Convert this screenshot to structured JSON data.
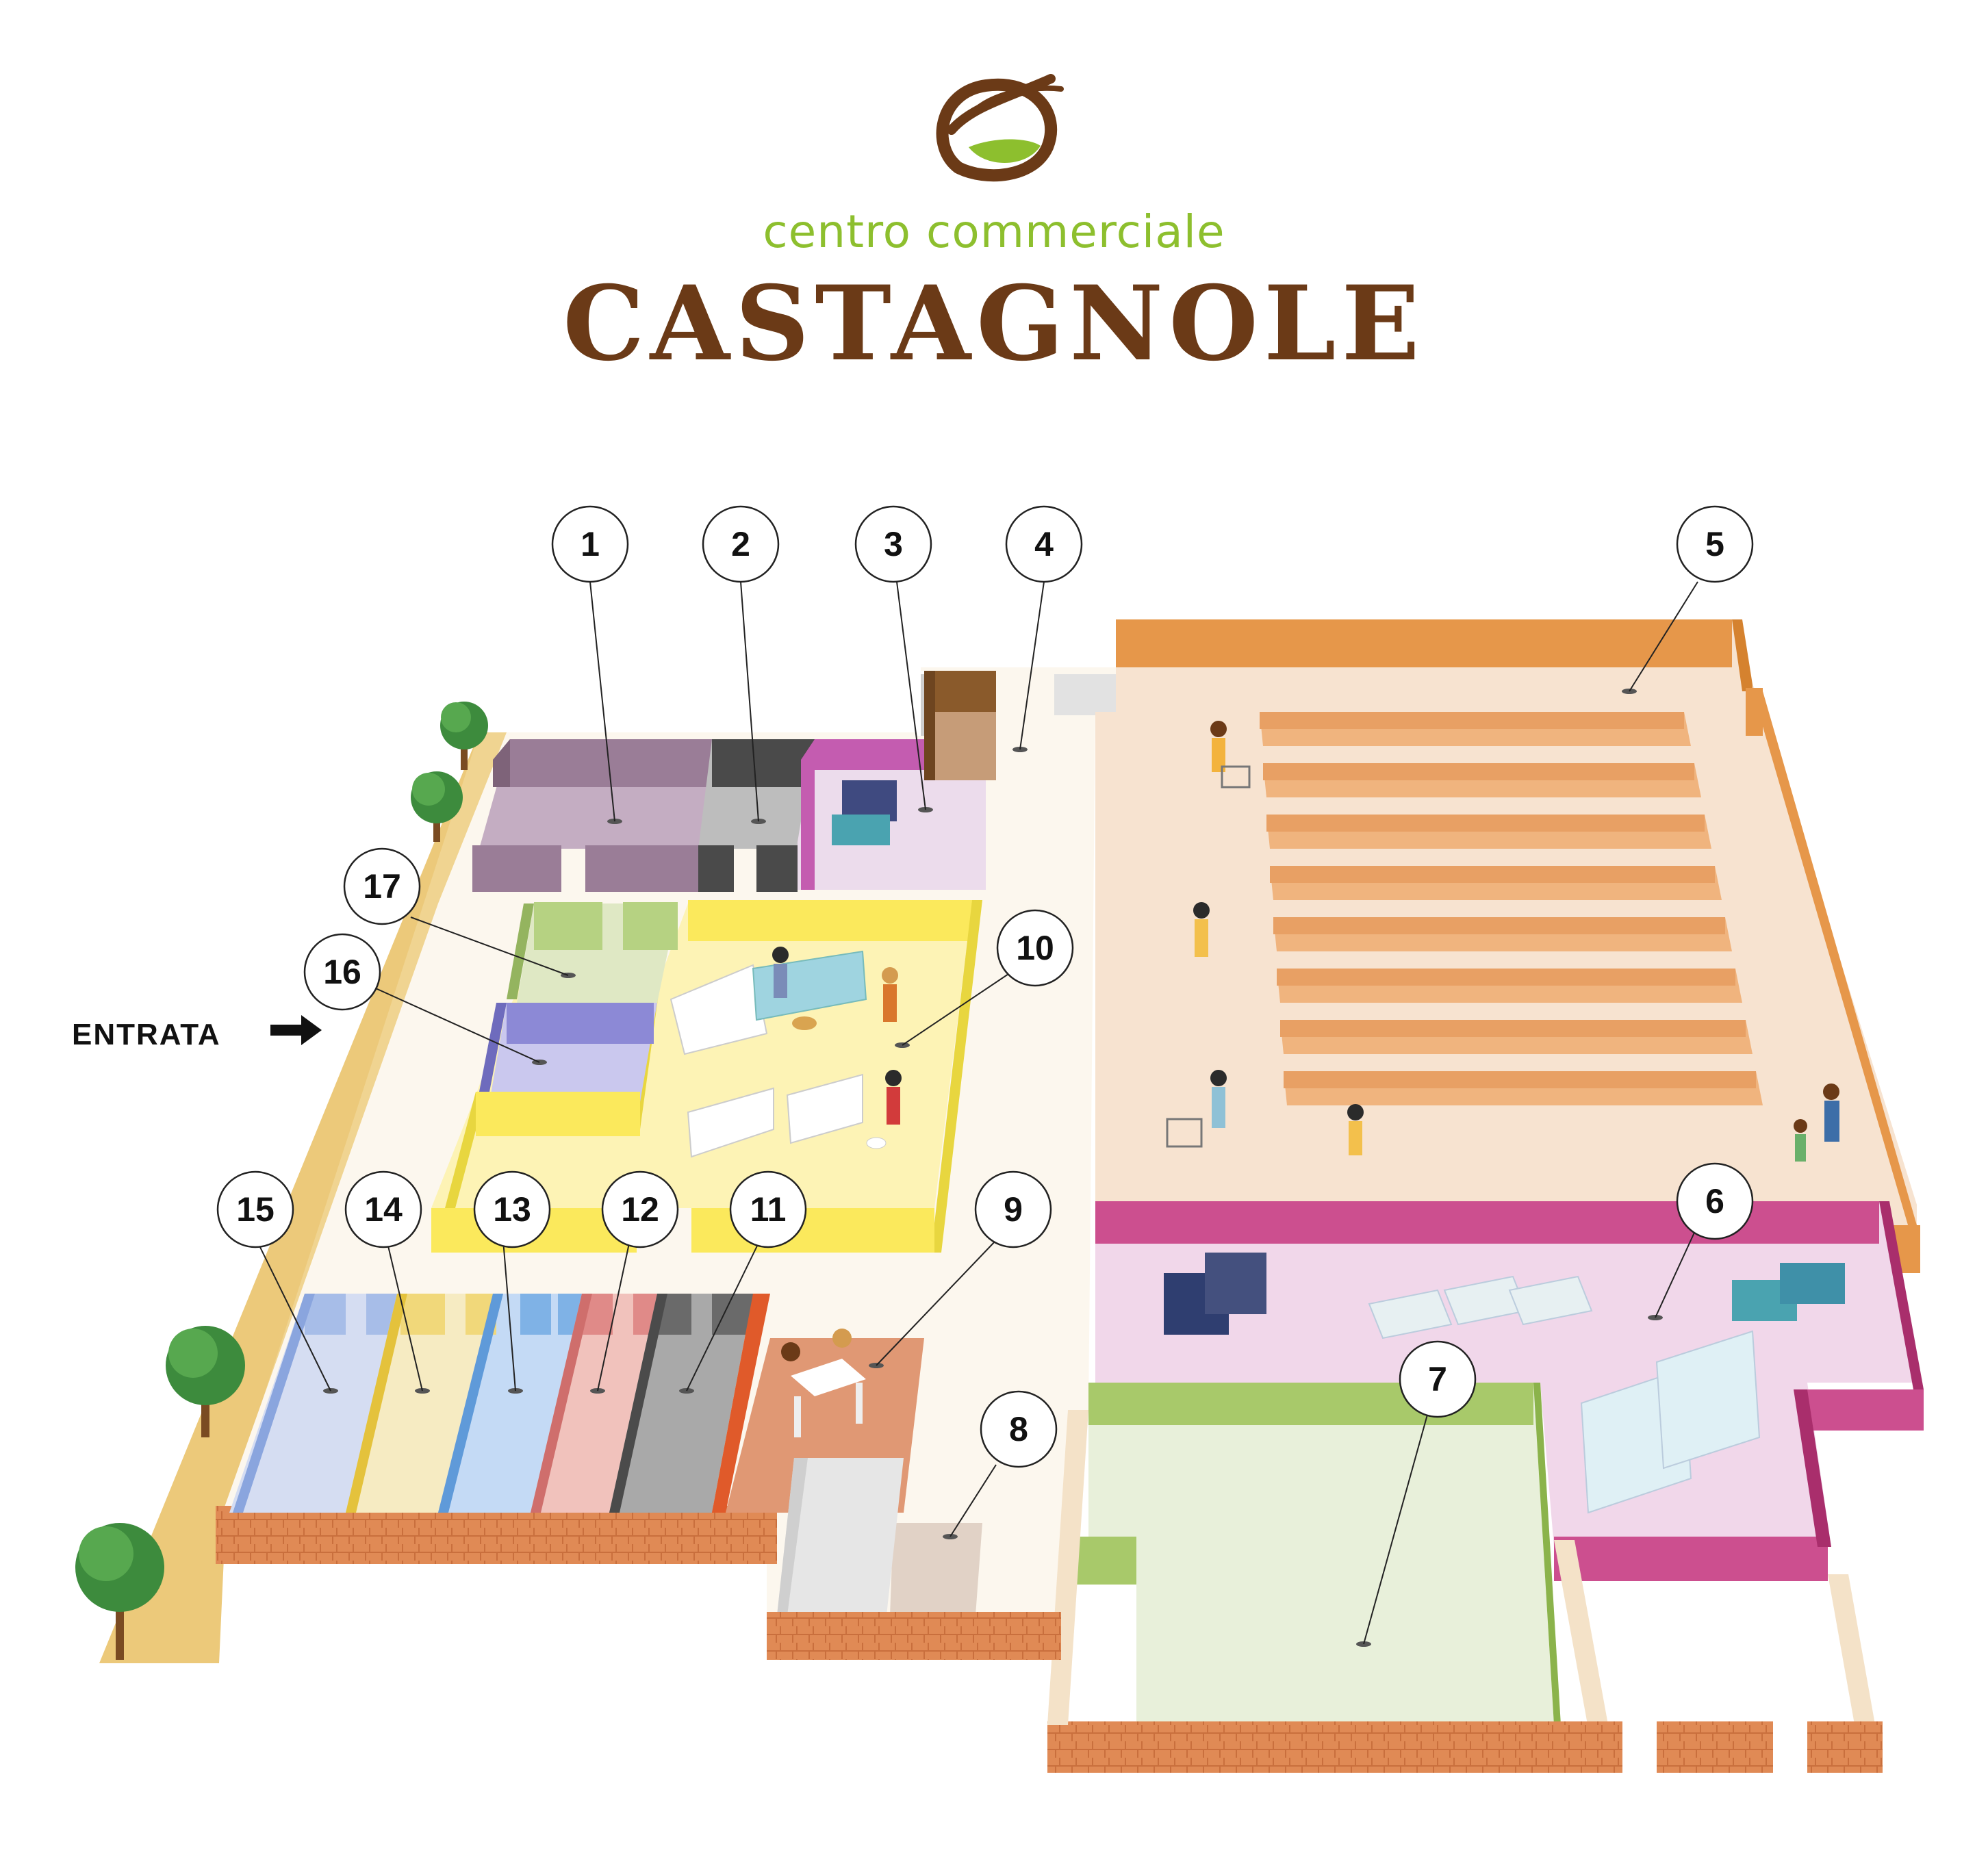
{
  "header": {
    "subtitle": "centro commerciale",
    "title": "CASTAGNOLE"
  },
  "entrance": {
    "label": "ENTRATA"
  },
  "callouts": [
    "1",
    "2",
    "3",
    "4",
    "5",
    "6",
    "7",
    "8",
    "9",
    "10",
    "11",
    "12",
    "13",
    "14",
    "15",
    "16",
    "17"
  ],
  "colors": {
    "brand_brown": "#6b3a17",
    "brand_green": "#8dbf2e",
    "store_1": "#9a7d97",
    "store_2": "#4a4a4a",
    "store_3": "#c45cb0",
    "store_4": "#8a5a2b",
    "store_5": "#e6974a",
    "store_6": "#cc4f8f",
    "store_7": "#a8c96a",
    "store_9": "#e09874",
    "store_10": "#fbe95c",
    "store_11": "#9c9c9c",
    "store_12": "#e08a88",
    "store_13": "#7fb2e6",
    "store_14": "#f1d87a",
    "store_15": "#a7bde8",
    "store_16": "#8c89d6",
    "store_17": "#b6d282",
    "outdoor": "#ecc97a"
  },
  "icons": [
    "tree-icon",
    "arrow-right-icon",
    "person-icon",
    "shopping-cart-icon",
    "clothes-rack-icon",
    "display-shelf-icon",
    "cafe-table-icon",
    "dog-icon"
  ]
}
